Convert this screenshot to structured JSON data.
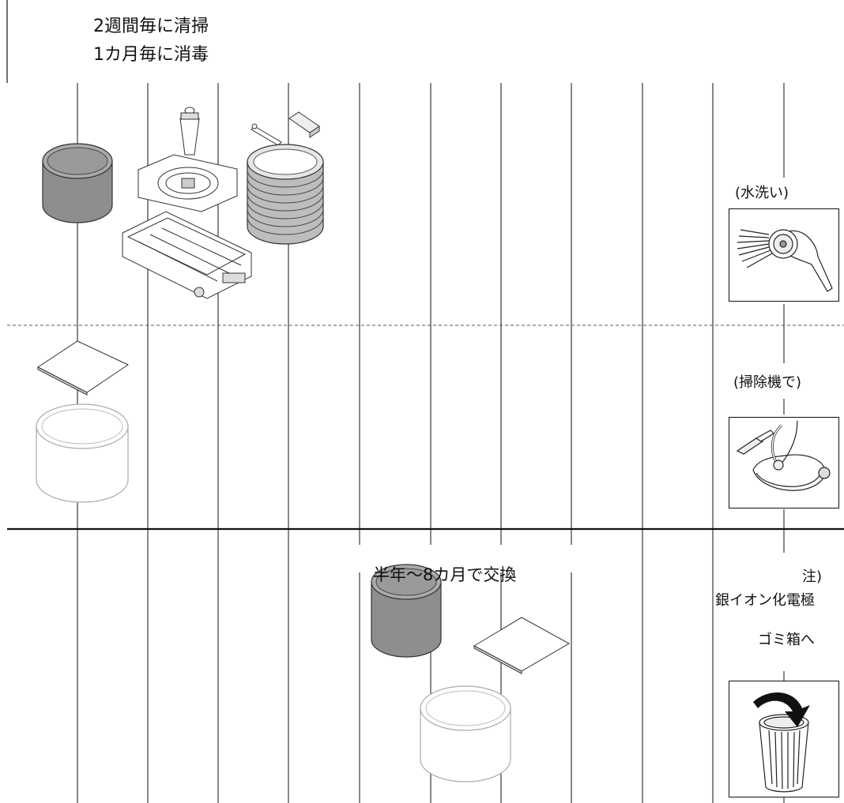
{
  "header": {
    "line1": "2週間毎に清掃",
    "line2": "1カ月毎に消毒"
  },
  "right_column": {
    "wash_label": "(水洗い)",
    "vacuum_label": "(掃除機で)",
    "note_label": "注)",
    "electrode_label": "銀イオン化電極",
    "trash_label": "ゴミ箱へ"
  },
  "replace": {
    "label": "半年〜8カ月で交換"
  }
}
